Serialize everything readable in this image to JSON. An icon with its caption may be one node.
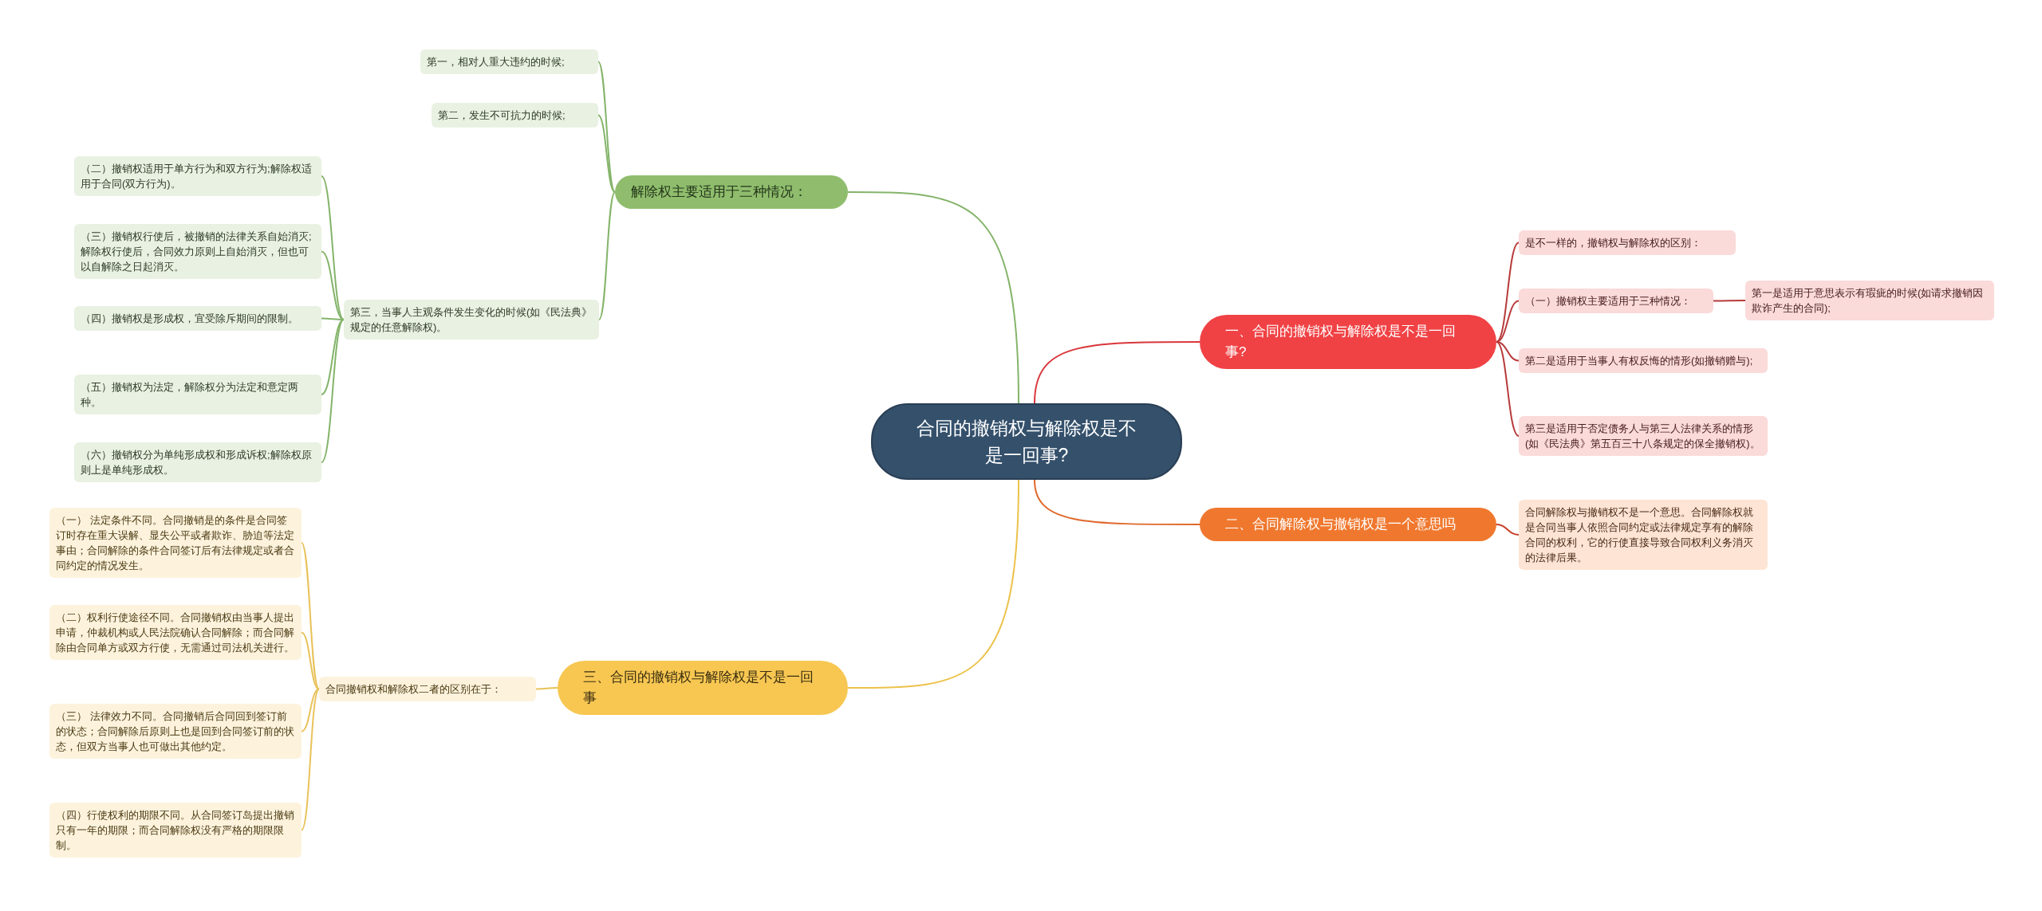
{
  "diagram": {
    "nodes": [
      {
        "text": [
          "合同的撤销权与解除权是不是一回事?"
        ]
      },
      {
        "text": [
          "一、合同的撤销权与解除权是不是一回事?"
        ]
      },
      {
        "text": [
          "是不一样的，撤销权与解除权的区别："
        ]
      },
      {
        "text": [
          "（一）撤销权主要适用于三种情况："
        ]
      },
      {
        "text": [
          "第一是适用于意思表示有瑕疵的时候(如请求撤销因欺诈产生的合同);"
        ]
      },
      {
        "text": [
          "第二是适用于当事人有权反悔的情形(如撤销赠与);"
        ]
      },
      {
        "text": [
          "第三是适用于否定债务人与第三人法律关系的情形(如《民法典》第五百三十八条规定的保全撤销权)。"
        ]
      },
      {
        "text": [
          "二、合同解除权与撤销权是一个意思吗"
        ]
      },
      {
        "text": [
          "合同解除权与撤销权不是一个意思。合同解除权就是合同当事人依照合同约定或法律规定享有的解除合同的权利，它的行使直接导致合同权利义务消灭的法律后果。"
        ]
      },
      {
        "text": [
          "三、合同的撤销权与解除权是不是一回事"
        ]
      },
      {
        "text": [
          "合同撤销权和解除权二者的区别在于："
        ]
      },
      {
        "text": [
          "（一） 法定条件不同。合同撤销是的条件是合同签订时存在重大误解、显失公平或者欺诈、胁迫等法定事由；合同解除的条件合同签订后有法律规定或者合同约定的情况发生。"
        ]
      },
      {
        "text": [
          "（二）权利行使途径不同。合同撤销权由当事人提出申请，仲裁机构或人民法院确认合同解除；而合同解除由合同单方或双方行使，无需通过司法机关进行。"
        ]
      },
      {
        "text": [
          "（三） 法律效力不同。合同撤销后合同回到签订前的状态；合同解除后原则上也是回到合同签订前的状态，但双方当事人也可做出其他约定。"
        ]
      },
      {
        "text": [
          "（四）行使权利的期限不同。从合同签订岛提出撤销只有一年的期限；而合同解除权没有严格的期限限制。"
        ]
      },
      {
        "text": [
          "解除权主要适用于三种情况："
        ]
      },
      {
        "text": [
          "第一，相对人重大违约的时候;"
        ]
      },
      {
        "text": [
          "第二，发生不可抗力的时候;"
        ]
      },
      {
        "text": [
          "第三，当事人主观条件发生变化的时候(如《民法典》规定的任意解除权)。"
        ]
      },
      {
        "text": [
          "（二）撤销权适用于单方行为和双方行为;解除权适用于合同(双方行为)。"
        ]
      },
      {
        "text": [
          "（三）撤销权行使后，被撤销的法律关系自始消灭;解除权行使后，合同效力原则上自始消灭，但也可以自解除之日起消灭。"
        ]
      },
      {
        "text": [
          "（四）撤销权是形成权，宜受除斥期间的限制。"
        ]
      },
      {
        "text": [
          "（五）撤销权为法定，解除权分为法定和意定两种。"
        ]
      },
      {
        "text": [
          "（六）撤销权分为单纯形成权和形成诉权;解除权原则上是单纯形成权。"
        ]
      }
    ],
    "edges": [
      {
        "from": 0,
        "to": 1,
        "arrow": "none",
        "color": "#d9363b"
      },
      {
        "from": 1,
        "to": 2,
        "arrow": "none",
        "color": "#b83a3a"
      },
      {
        "from": 1,
        "to": 3,
        "arrow": "none",
        "color": "#b83a3a"
      },
      {
        "from": 3,
        "to": 4,
        "arrow": "none",
        "color": "#b83a3a"
      },
      {
        "from": 1,
        "to": 5,
        "arrow": "none",
        "color": "#b83a3a"
      },
      {
        "from": 1,
        "to": 6,
        "arrow": "none",
        "color": "#b83a3a"
      },
      {
        "from": 0,
        "to": 7,
        "arrow": "none",
        "color": "#e0682a"
      },
      {
        "from": 7,
        "to": 8,
        "arrow": "none",
        "color": "#c8402a"
      },
      {
        "from": 0,
        "to": 9,
        "arrow": "none",
        "color": "#ecc24a"
      },
      {
        "from": 9,
        "to": 10,
        "arrow": "none",
        "color": "#e8c25a"
      },
      {
        "from": 10,
        "to": 11,
        "arrow": "none",
        "color": "#e8c25a"
      },
      {
        "from": 10,
        "to": 12,
        "arrow": "none",
        "color": "#e8c25a"
      },
      {
        "from": 10,
        "to": 13,
        "arrow": "none",
        "color": "#e8c25a"
      },
      {
        "from": 10,
        "to": 14,
        "arrow": "none",
        "color": "#e8c25a"
      },
      {
        "from": 0,
        "to": 15,
        "arrow": "none",
        "color": "#84b46a"
      },
      {
        "from": 15,
        "to": 16,
        "arrow": "none",
        "color": "#84b46a"
      },
      {
        "from": 15,
        "to": 17,
        "arrow": "none",
        "color": "#84b46a"
      },
      {
        "from": 15,
        "to": 18,
        "arrow": "none",
        "color": "#84b46a"
      },
      {
        "from": 18,
        "to": 19,
        "arrow": "none",
        "color": "#84b46a"
      },
      {
        "from": 18,
        "to": 20,
        "arrow": "none",
        "color": "#84b46a"
      },
      {
        "from": 18,
        "to": 21,
        "arrow": "none",
        "color": "#84b46a"
      },
      {
        "from": 18,
        "to": 22,
        "arrow": "none",
        "color": "#84b46a"
      },
      {
        "from": 18,
        "to": 23,
        "arrow": "none",
        "color": "#84b46a"
      }
    ]
  }
}
